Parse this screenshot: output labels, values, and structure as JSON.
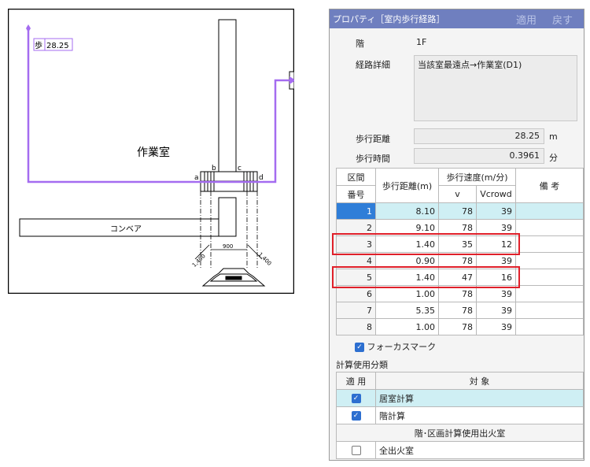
{
  "drawing": {
    "step_tag": "歩",
    "step_value": "28.25",
    "room_label": "作業室",
    "conveyor_label": "コンベア",
    "corner_labels": [
      "a",
      "b",
      "c",
      "d"
    ],
    "dim_width": "900",
    "dim_left": "1,400",
    "dim_right": "1,400"
  },
  "panel": {
    "title": "プロパティ［室内歩行経路］",
    "apply_btn": "適用",
    "cancel_btn": "戻す",
    "floor_label": "階",
    "floor_value": "1F",
    "route_label": "経路詳細",
    "route_value": "当該室最遠点→作業室(D1)",
    "distance_label": "歩行距離",
    "distance_value": "28.25",
    "distance_unit": "m",
    "time_label": "歩行時間",
    "time_value": "0.3961",
    "time_unit": "分",
    "table": {
      "h_section_1": "区間",
      "h_section_2": "番号",
      "h_distance": "歩行距離(m)",
      "h_speed": "歩行速度(m/分)",
      "h_v": "v",
      "h_vcrowd": "Vcrowd",
      "h_notes": "備 考",
      "rows": [
        {
          "no": "1",
          "dist": "8.10",
          "v": "78",
          "vc": "39",
          "note": ""
        },
        {
          "no": "2",
          "dist": "9.10",
          "v": "78",
          "vc": "39",
          "note": ""
        },
        {
          "no": "3",
          "dist": "1.40",
          "v": "35",
          "vc": "12",
          "note": ""
        },
        {
          "no": "4",
          "dist": "0.90",
          "v": "78",
          "vc": "39",
          "note": ""
        },
        {
          "no": "5",
          "dist": "1.40",
          "v": "47",
          "vc": "16",
          "note": ""
        },
        {
          "no": "6",
          "dist": "1.00",
          "v": "78",
          "vc": "39",
          "note": ""
        },
        {
          "no": "7",
          "dist": "5.35",
          "v": "78",
          "vc": "39",
          "note": ""
        },
        {
          "no": "8",
          "dist": "1.00",
          "v": "78",
          "vc": "39",
          "note": ""
        }
      ]
    },
    "focus_mark_label": "フォーカスマーク",
    "calc_section_label": "計算使用分類",
    "apply_table": {
      "h_apply": "適 用",
      "h_target": "対 象",
      "row1": "居室計算",
      "row2": "階計算",
      "group_header": "階･区画計算使用出火室",
      "row3": "全出火室"
    }
  },
  "colors": {
    "route_line": "#a46cf0",
    "title_bar": "#6f7fbf",
    "selection": "#2f7ed8",
    "highlight": "#e0202a",
    "checkbox": "#2d6fd0"
  }
}
